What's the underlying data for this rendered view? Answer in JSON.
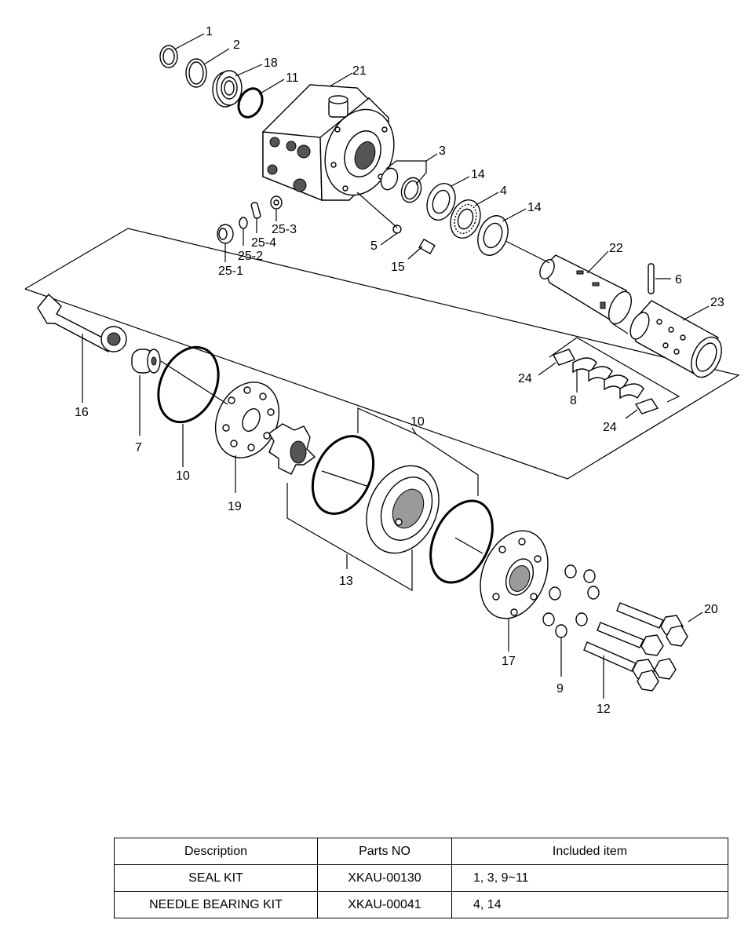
{
  "diagram": {
    "callouts": [
      "1",
      "2",
      "18",
      "11",
      "21",
      "3",
      "14",
      "4",
      "14",
      "5",
      "15",
      "25-3",
      "25-4",
      "25-2",
      "25-1",
      "22",
      "6",
      "23",
      "24",
      "8",
      "24",
      "16",
      "7",
      "10",
      "19",
      "10",
      "13",
      "17",
      "9",
      "12",
      "20"
    ]
  },
  "table": {
    "headers": [
      "Description",
      "Parts NO",
      "Included item"
    ],
    "rows": [
      [
        "SEAL KIT",
        "XKAU-00130",
        "1, 3, 9~11"
      ],
      [
        "NEEDLE BEARING KIT",
        "XKAU-00041",
        "4, 14"
      ]
    ]
  }
}
